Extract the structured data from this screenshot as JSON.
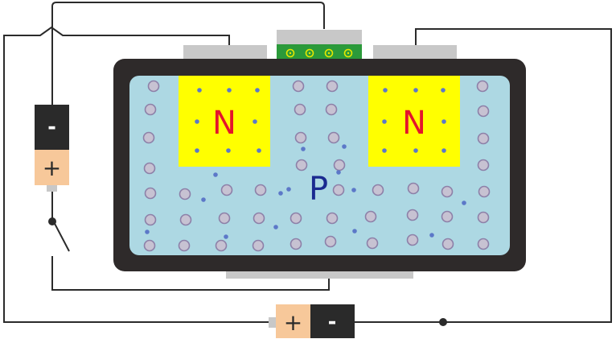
{
  "regions": {
    "n_left": "N",
    "n_right": "N",
    "p_substrate": "P"
  },
  "batteries": {
    "vertical": {
      "top": "-",
      "bottom": "+"
    },
    "horizontal": {
      "left": "+",
      "right": "-"
    }
  },
  "colors": {
    "wire": "#2b2b2b",
    "body": "#2e2a2a",
    "substrate": "#add8e3",
    "n_region": "#ffff00",
    "n_text": "#e4142c",
    "p_text": "#1a2a90",
    "contact": "#c8c8c8",
    "gate": "#2b9a3a",
    "hole": "#c7c2d2",
    "hole_stroke": "#8d80a8",
    "electron": "#5c78c8",
    "battery_plus": "#f7c89a",
    "battery_minus": "#2a2a2a"
  }
}
